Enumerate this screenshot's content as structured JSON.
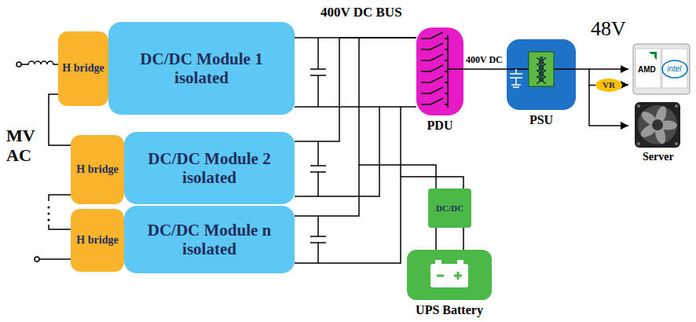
{
  "diagram": {
    "nodes": [
      {
        "text": [
          "H bridge"
        ]
      },
      {
        "text": [
          "DC/DC Module 1 isolated"
        ]
      },
      {
        "text": [
          "H bridge"
        ]
      },
      {
        "text": [
          "DC/DC Module 2 isolated"
        ]
      },
      {
        "text": [
          "H bridge"
        ]
      },
      {
        "text": [
          "DC/DC Module n isolated"
        ]
      },
      {
        "text": [
          "PDU"
        ]
      },
      {
        "text": [
          "PSU"
        ]
      },
      {
        "text": [
          "VR"
        ]
      },
      {
        "text": [
          "DC/DC"
        ]
      },
      {
        "text": [
          "UPS Battery"
        ]
      }
    ],
    "edges": [
      {
        "from": 1,
        "to": 6,
        "arrow": "none"
      },
      {
        "from": 3,
        "to": 6,
        "arrow": "none"
      },
      {
        "from": 5,
        "to": 6,
        "arrow": "none"
      },
      {
        "from": 6,
        "to": 7,
        "arrow": "none"
      },
      {
        "from": 7,
        "to": 8,
        "arrow": "none"
      },
      {
        "from": 9,
        "to": 10,
        "arrow": "none"
      }
    ],
    "labels": [
      "MV AC",
      "400V DC BUS",
      "400V DC",
      "48V",
      "AMD",
      "intel",
      "Server"
    ]
  }
}
